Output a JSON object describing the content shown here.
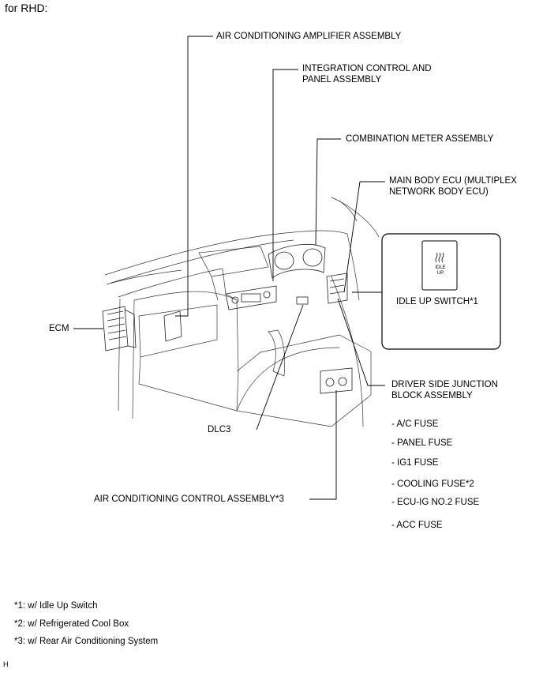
{
  "title": "for RHD:",
  "labels": {
    "ac_amplifier": "AIR CONDITIONING AMPLIFIER ASSEMBLY",
    "integration_line1": "INTEGRATION CONTROL AND",
    "integration_line2": "PANEL ASSEMBLY",
    "combination_meter": "COMBINATION METER ASSEMBLY",
    "main_body_ecu_line1": "MAIN BODY ECU (MULTIPLEX",
    "main_body_ecu_line2": "NETWORK BODY ECU)",
    "idle_up_switch": "IDLE UP SWITCH*1",
    "idle_up_icon_text": "IDLE UP",
    "ecm": "ECM",
    "junction_line1": "DRIVER SIDE JUNCTION",
    "junction_line2": "BLOCK ASSEMBLY",
    "dlc3": "DLC3",
    "ac_control": "AIR CONDITIONING CONTROL ASSEMBLY*3"
  },
  "fuses": [
    "- A/C FUSE",
    "- PANEL FUSE",
    "- IG1 FUSE",
    "- COOLING FUSE*2",
    "- ECU-IG NO.2 FUSE",
    "- ACC FUSE"
  ],
  "footnotes": [
    "*1: w/ Idle Up Switch",
    "*2: w/ Refrigerated Cool Box",
    "*3: w/ Rear Air Conditioning System"
  ],
  "corner_mark": "H"
}
